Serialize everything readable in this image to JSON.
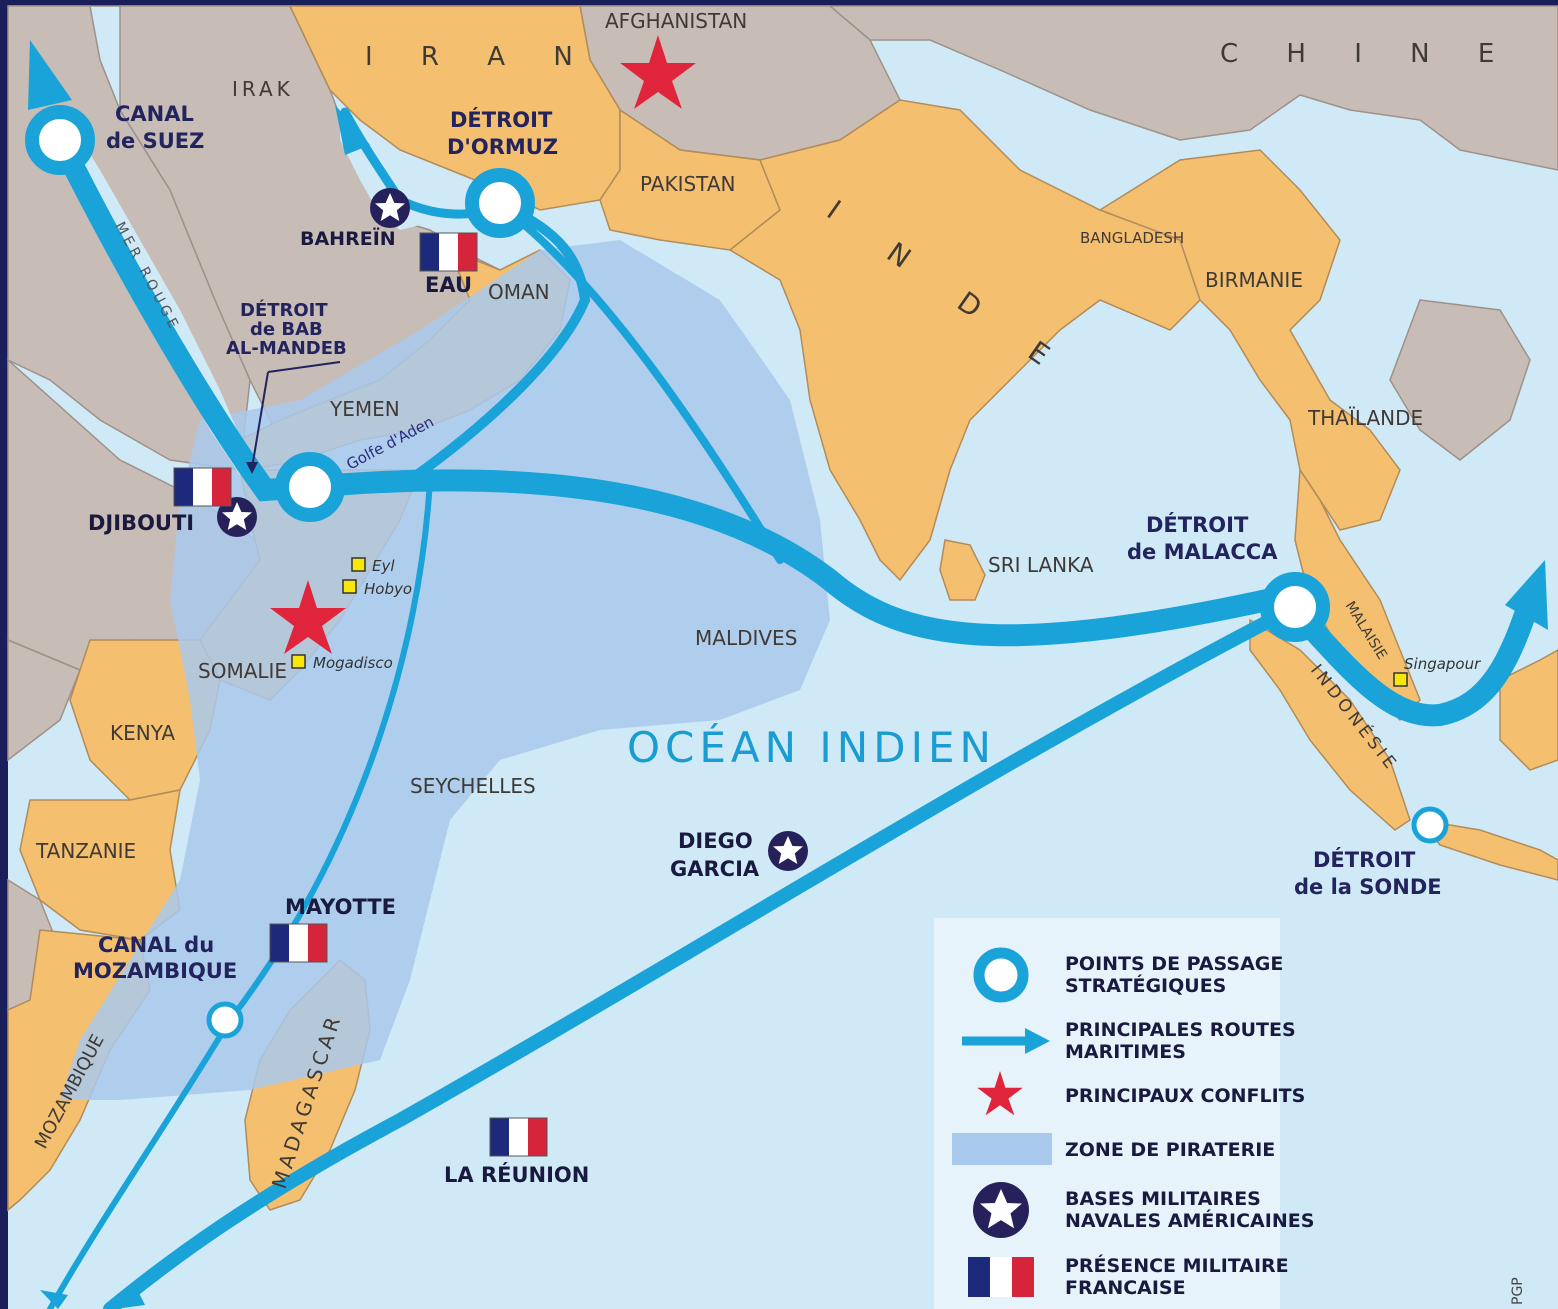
{
  "ocean_label": "OCÉAN INDIEN",
  "countries": {
    "iran": "I R A N",
    "chine": "C H I N E",
    "inde": "I N D E",
    "irak": "IRAK",
    "afghanistan": "AFGHANISTAN",
    "pakistan": "PAKISTAN",
    "oman": "OMAN",
    "yemen": "YEMEN",
    "bangladesh": "BANGLADESH",
    "birmanie": "BIRMANIE",
    "thailande": "THAÏLANDE",
    "sri_lanka": "SRI LANKA",
    "somalie": "SOMALIE",
    "kenya": "KENYA",
    "tanzanie": "TANZANIE",
    "mozambique": "MOZAMBIQUE",
    "madagascar": "MADAGASCAR",
    "malaisie": "MALAISIE",
    "indonesie": "INDONÉSIE",
    "maldives": "MALDIVES",
    "seychelles": "SEYCHELLES",
    "mer_rouge": "MER ROUGE"
  },
  "places": {
    "bahrein": "BAHREÏN",
    "eau": "EAU",
    "djibouti": "DJIBOUTI",
    "mayotte": "MAYOTTE",
    "diego_garcia_1": "DIEGO",
    "diego_garcia_2": "GARCIA",
    "la_reunion": "LA RÉUNION",
    "golfe_aden": "Golfe d'Aden",
    "eyl": "Eyl",
    "hobyo": "Hobyo",
    "mogadisco": "Mogadisco",
    "singapour": "Singapour"
  },
  "straits": {
    "suez_1": "CANAL",
    "suez_2": "de SUEZ",
    "ormuz_1": "DÉTROIT",
    "ormuz_2": "D'ORMUZ",
    "bab_1": "DÉTROIT",
    "bab_2": "de BAB",
    "bab_3": "AL-MANDEB",
    "malacca_1": "DÉTROIT",
    "malacca_2": "de MALACCA",
    "sonde_1": "DÉTROIT",
    "sonde_2": "de la SONDE",
    "mozambique_1": "CANAL du",
    "mozambique_2": "MOZAMBIQUE"
  },
  "legend": {
    "items": [
      {
        "line1": "POINTS DE PASSAGE",
        "line2": "STRATÉGIQUES",
        "icon": "ring-icon"
      },
      {
        "line1": "PRINCIPALES ROUTES",
        "line2": "MARITIMES",
        "icon": "route-arrow-icon"
      },
      {
        "line1": "PRINCIPAUX CONFLITS",
        "line2": "",
        "icon": "conflict-star-icon"
      },
      {
        "line1": "ZONE DE PIRATERIE",
        "line2": "",
        "icon": "piracy-zone-icon"
      },
      {
        "line1": "BASES MILITAIRES",
        "line2": "NAVALES AMÉRICAINES",
        "icon": "us-base-star-icon"
      },
      {
        "line1": "PRÉSENCE MILITAIRE",
        "line2": "FRANCAISE",
        "icon": "french-flag-icon"
      }
    ]
  },
  "credit": "PGP",
  "colors": {
    "sea": "#cfeaf6",
    "land_highlight": "#f4c06f",
    "land_other": "#c7bcb6",
    "piracy_zone": "#a9c9ec",
    "route": "#1aa3d8",
    "conflict": "#e0243c",
    "us_base": "#26215a"
  }
}
